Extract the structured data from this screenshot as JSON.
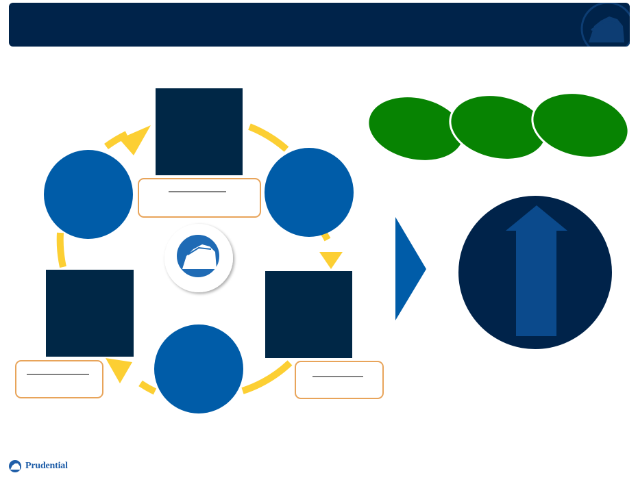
{
  "header": {
    "title": ""
  },
  "footer": {
    "brand": "Prudential"
  },
  "colors": {
    "navy": "#00234a",
    "dark_box": "#002746",
    "circle_blue": "#005ca8",
    "arrow_gold": "#fccf33",
    "label_border": "#e8a45a",
    "ellipse_green": "#078302",
    "chevron_blue": "#005ca8",
    "up_arrow_blue": "#0b4a8c"
  },
  "cycle": {
    "nodes": [
      {
        "kind": "box",
        "text": ""
      },
      {
        "kind": "circle",
        "text": ""
      },
      {
        "kind": "box",
        "text": ""
      },
      {
        "kind": "circle",
        "text": ""
      },
      {
        "kind": "box",
        "text": ""
      },
      {
        "kind": "circle",
        "text": ""
      }
    ],
    "labels": [
      "",
      "",
      ""
    ],
    "center_icon": "rock-logo-icon"
  },
  "outcome": {
    "ellipses": [
      "",
      "",
      ""
    ],
    "circle_text": ""
  }
}
